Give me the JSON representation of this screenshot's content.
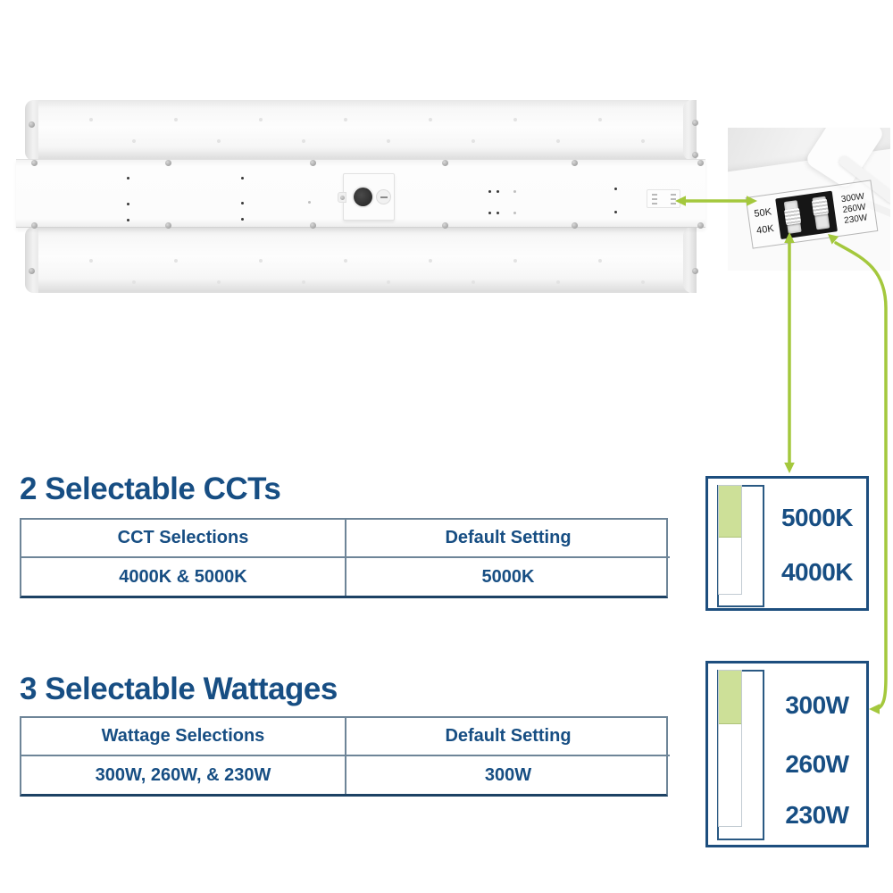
{
  "colors": {
    "navy_text": "#174e83",
    "table_border": "#6e8598",
    "table_border_dark": "#1d4264",
    "panel_border": "#1d4e7e",
    "arrow_green": "#a4c83d",
    "switch_fill_green": "#cde098"
  },
  "product": {
    "inset": {
      "cct_labels": [
        "50K",
        "40K"
      ],
      "wattage_labels": [
        "300W",
        "260W",
        "230W"
      ]
    }
  },
  "cct_section": {
    "heading": "2 Selectable CCTs",
    "table": {
      "headers": [
        "CCT Selections",
        "Default Setting"
      ],
      "rows": [
        [
          "4000K & 5000K",
          "5000K"
        ]
      ]
    },
    "switch_panel": {
      "labels": [
        "5000K",
        "4000K"
      ],
      "selected": "5000K"
    }
  },
  "wattage_section": {
    "heading": "3 Selectable Wattages",
    "table": {
      "headers": [
        "Wattage Selections",
        "Default Setting"
      ],
      "rows": [
        [
          "300W, 260W, & 230W",
          "300W"
        ]
      ]
    },
    "switch_panel": {
      "labels": [
        "300W",
        "260W",
        "230W"
      ],
      "selected": "300W"
    }
  }
}
